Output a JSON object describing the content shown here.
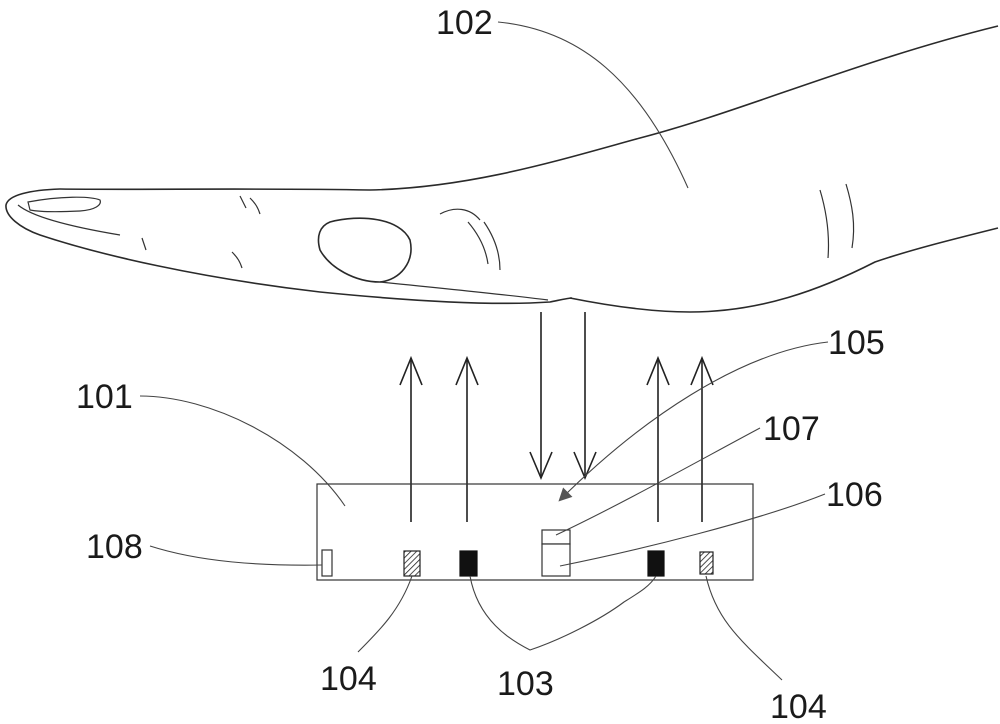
{
  "labels": {
    "hand": "102",
    "device": "101",
    "signal_arrow": "105",
    "component_107": "107",
    "component_106": "106",
    "component_108": "108",
    "emitter_left": "104",
    "receivers": "103",
    "emitter_right": "104"
  },
  "colors": {
    "line": "#333333",
    "fill_dark": "#111111",
    "hatch": "#222222",
    "paper": "#ffffff"
  }
}
